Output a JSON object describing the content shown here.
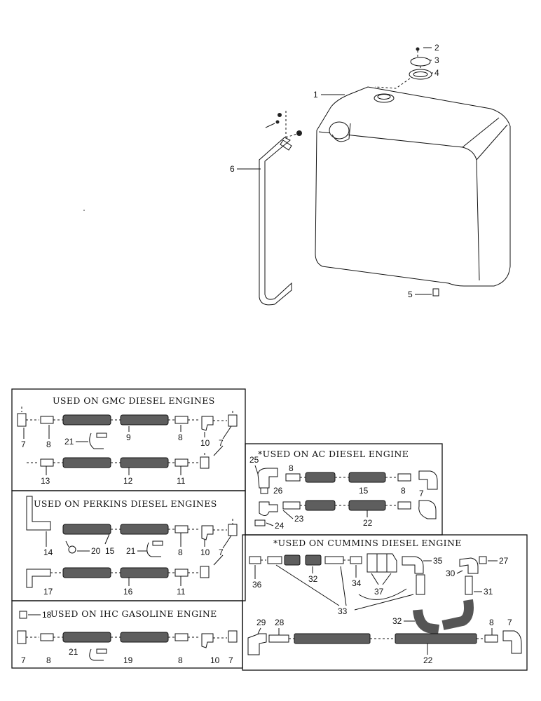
{
  "tank_callouts": [
    "1",
    "2",
    "3",
    "4",
    "5",
    "6"
  ],
  "sections": {
    "gmc": {
      "title": "USED ON GMC DIESEL ENGINES",
      "callouts": [
        "7",
        "8",
        "21",
        "9",
        "8",
        "10",
        "7",
        "13",
        "12",
        "11"
      ]
    },
    "ac": {
      "title": "*USED ON AC DIESEL  ENGINE",
      "callouts": [
        "25",
        "26",
        "8",
        "15",
        "8",
        "7",
        "23",
        "24",
        "22"
      ]
    },
    "perkins": {
      "title": "USED ON PERKINS DIESEL ENGINES",
      "callouts": [
        "14",
        "20",
        "15",
        "21",
        "8",
        "10",
        "7",
        "17",
        "16",
        "11"
      ]
    },
    "cummins": {
      "title": "*USED ON CUMMINS DIESEL ENGINE",
      "callouts": [
        "35",
        "27",
        "36",
        "32",
        "34",
        "37",
        "30",
        "31",
        "33",
        "32",
        "29",
        "28",
        "22",
        "8",
        "7"
      ]
    },
    "ihc": {
      "title": "USED ON IHC GASOLINE ENGINE",
      "callouts": [
        "18",
        "7",
        "8",
        "21",
        "19",
        "8",
        "10",
        "7"
      ]
    }
  }
}
